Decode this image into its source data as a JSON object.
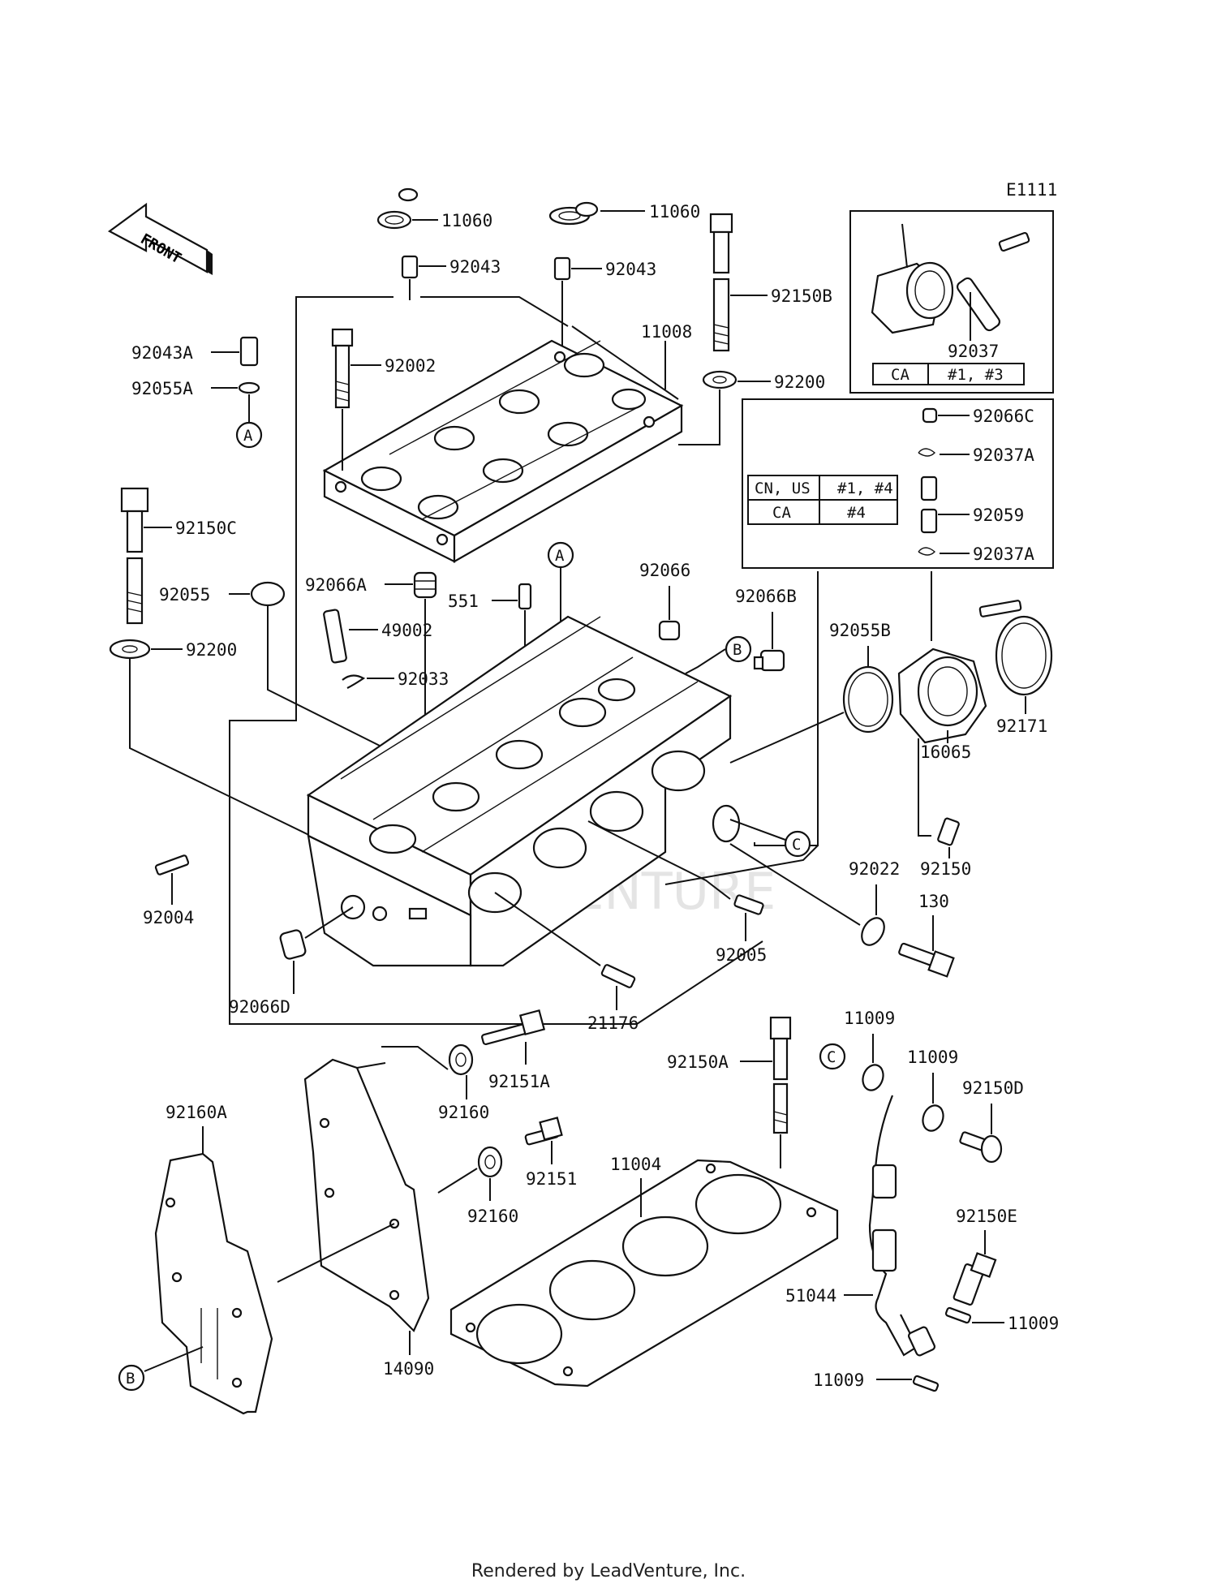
{
  "diagram": {
    "code": "E1111",
    "front_label": "FRONT",
    "footer": "Rendered by LeadVenture, Inc.",
    "watermark": "LEADVENTURE",
    "parts": {
      "p11060a": "11060",
      "p11060b": "11060",
      "p92043a": "92043",
      "p92043b": "92043",
      "p92150B": "92150B",
      "p11008": "11008",
      "p92200a": "92200",
      "p92043A": "92043A",
      "p92055A": "92055A",
      "p92002": "92002",
      "p92150C": "92150C",
      "p92055": "92055",
      "p92200b": "92200",
      "p92066A": "92066A",
      "p49002": "49002",
      "p92033": "92033",
      "p551": "551",
      "p92066": "92066",
      "p92066B": "92066B",
      "p92037": "92037",
      "p92066C": "92066C",
      "p92037A1": "92037A",
      "p92059": "92059",
      "p92037A2": "92037A",
      "p92055B": "92055B",
      "p92171": "92171",
      "p16065": "16065",
      "p92150": "92150",
      "p92004": "92004",
      "p92022": "92022",
      "p130": "130",
      "p92005": "92005",
      "p92066D": "92066D",
      "p21176": "21176",
      "p92151A": "92151A",
      "p92160a": "92160",
      "p92151": "92151",
      "p92160b": "92160",
      "p92160A": "92160A",
      "p14090": "14090",
      "p92150A": "92150A",
      "p11004": "11004",
      "p11009a": "11009",
      "p11009b": "11009",
      "p92150D": "92150D",
      "p92150E": "92150E",
      "p51044": "51044",
      "p11009c": "11009",
      "p11009d": "11009"
    },
    "refs": {
      "A1": "A",
      "A2": "A",
      "B1": "B",
      "B2": "B",
      "C1": "C",
      "C2": "C"
    },
    "table_ca": {
      "col1": "CA",
      "col2": "#1, #3"
    },
    "table_cn": {
      "row1_col1": "CN, US",
      "row1_col2": "#1, #4",
      "row2_col1": "CA",
      "row2_col2": "#4"
    }
  }
}
